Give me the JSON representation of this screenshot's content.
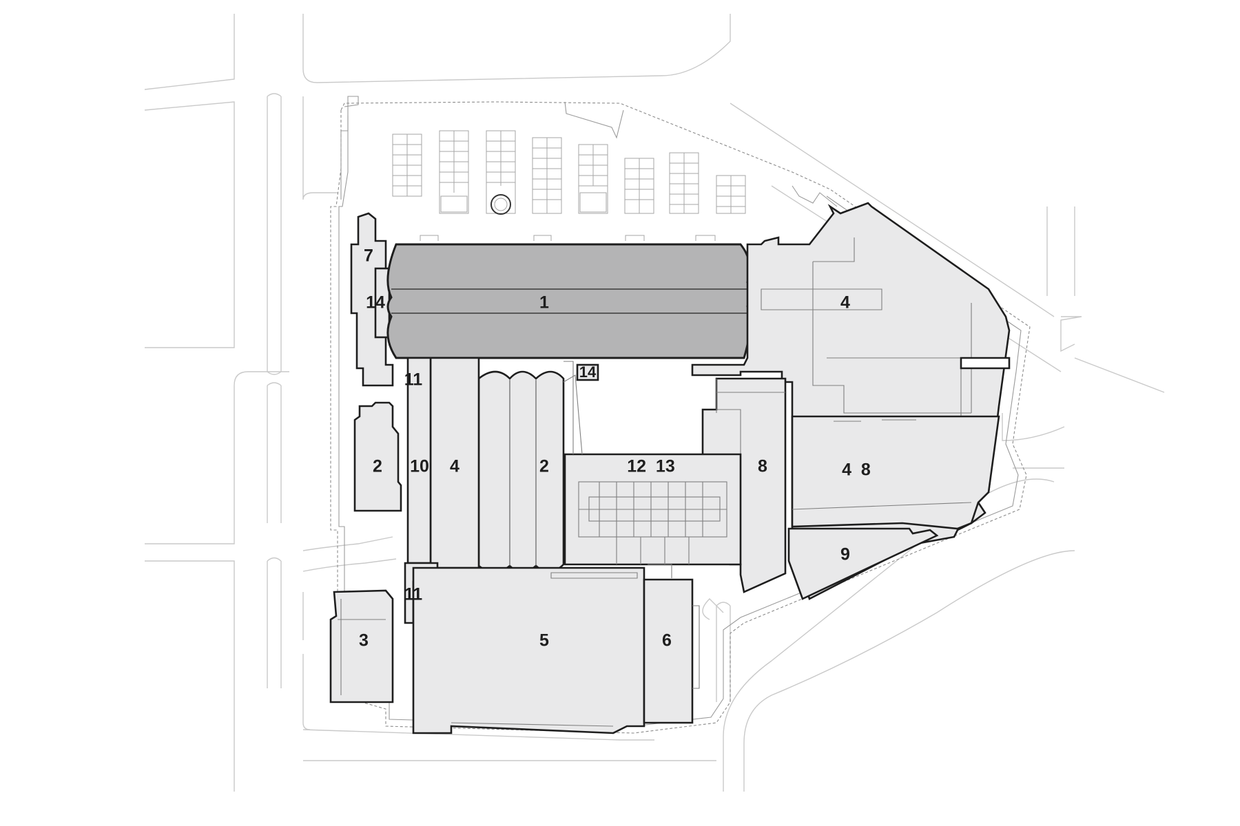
{
  "site_plan": {
    "labels": {
      "l1": "1",
      "l2a": "2",
      "l2b": "2",
      "l3": "3",
      "l4a": "4",
      "l4b": "4",
      "l48": "4  8",
      "l5": "5",
      "l6": "6",
      "l7": "7",
      "l8": "8",
      "l9": "9",
      "l10": "10",
      "l11a": "11",
      "l11b": "11",
      "l1213": "12  13",
      "l14a": "14",
      "l14b": "14"
    },
    "colors": {
      "building_fill": "#e9e9ea",
      "highlight_fill": "#b4b4b5",
      "outline": "#1e1e1e",
      "street_lines": "#c9c9c9"
    }
  }
}
